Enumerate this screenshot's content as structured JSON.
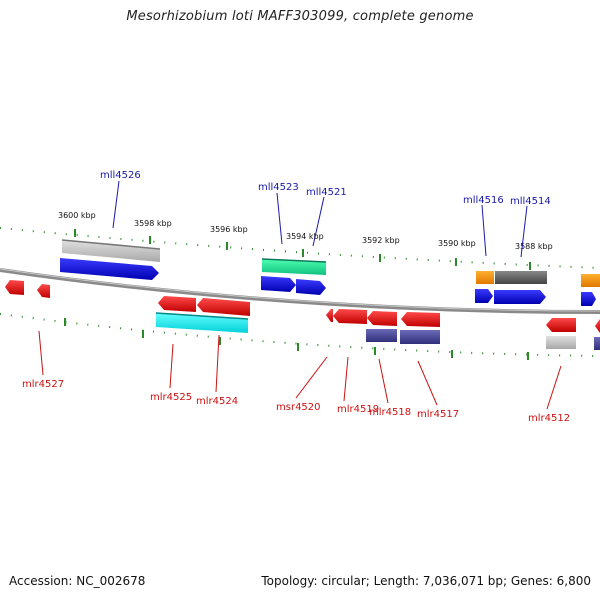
{
  "title": "Mesorhizobium loti MAFF303099, complete genome",
  "footer": {
    "accession": "Accession: NC_002678",
    "summary": "Topology: circular; Length: 7,036,071 bp; Genes: 6,800"
  },
  "colors": {
    "top_label": "#1a1aaa",
    "bottom_label": "#cc1111",
    "forward_gene": "#0b0bdc",
    "reverse_gene": "#e8141c",
    "tick": "#2a8a2a",
    "backbone": "#8a8a8a"
  },
  "scale_labels": [
    "3600 kbp",
    "3598 kbp",
    "3596 kbp",
    "3594 kbp",
    "3592 kbp",
    "3590 kbp",
    "3588 kbp"
  ],
  "top_gene_labels": [
    "mll4526",
    "mll4523",
    "mll4521",
    "mll4516",
    "mll4514"
  ],
  "bottom_gene_labels": [
    "mlr4527",
    "mlr4525",
    "mlr4524",
    "msr4520",
    "mlr4519",
    "mlr4518",
    "mlr4517",
    "mlr4512"
  ]
}
